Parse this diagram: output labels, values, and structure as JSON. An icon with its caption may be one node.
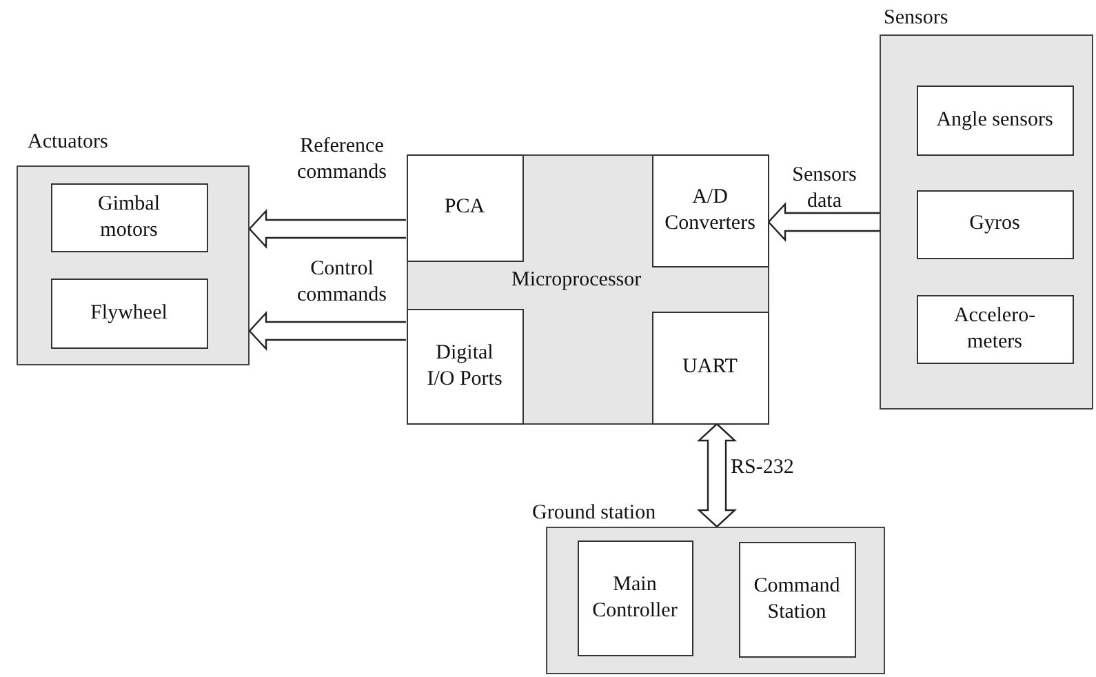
{
  "diagram": {
    "nodes": [
      {
        "text": [
          "Actuators"
        ]
      },
      {
        "text": [
          "Gimbal motors"
        ],
        "in": 0
      },
      {
        "text": [
          "Flywheel"
        ],
        "in": 0
      },
      {
        "text": [
          "Microprocessor"
        ]
      },
      {
        "text": [
          "PCA"
        ],
        "in": 3
      },
      {
        "text": [
          "A/D Converters"
        ],
        "in": 3
      },
      {
        "text": [
          "Digital I/O Ports"
        ],
        "in": 3
      },
      {
        "text": [
          "UART"
        ],
        "in": 3
      },
      {
        "text": [
          "Sensors"
        ]
      },
      {
        "text": [
          "Angle sensors"
        ],
        "in": 8
      },
      {
        "text": [
          "Gyros"
        ],
        "in": 8
      },
      {
        "text": [
          "Accelero- meters"
        ],
        "in": 8
      },
      {
        "text": [
          "Ground station"
        ]
      },
      {
        "text": [
          "Main Controller"
        ],
        "in": 12
      },
      {
        "text": [
          "Command Station"
        ],
        "in": 12
      }
    ],
    "edges": [
      {
        "from": 4,
        "to": 0,
        "arrow": "to",
        "label": "Reference commands"
      },
      {
        "from": 6,
        "to": 0,
        "arrow": "to",
        "label": "Control commands"
      },
      {
        "from": 8,
        "to": 5,
        "arrow": "to",
        "label": "Sensors data"
      },
      {
        "from": 7,
        "to": 12,
        "arrow": "both",
        "label": "RS-232"
      }
    ]
  }
}
